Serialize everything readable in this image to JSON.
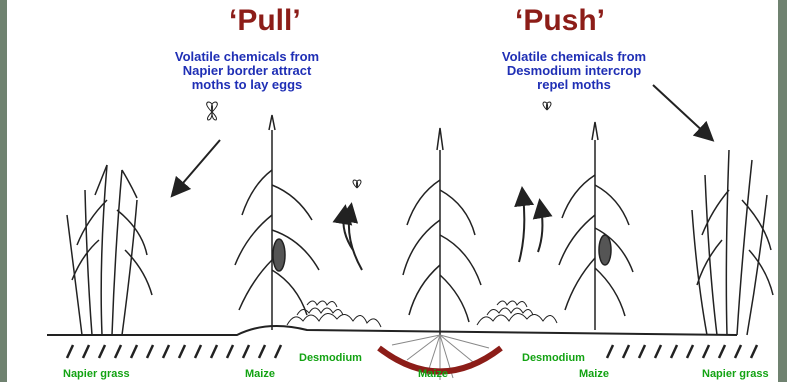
{
  "figure": {
    "pull": {
      "title": "‘Pull’",
      "caption": "Volatile chemicals from\nNapier border attract\nmoths to lay eggs"
    },
    "push": {
      "title": "‘Push’",
      "caption": "Volatile chemicals from\nDesmodium intercrop\nrepel moths"
    },
    "labels": {
      "napier_left": "Napier grass",
      "maize_left": "Maize",
      "desmodium_left": "Desmodium",
      "maize_center": "Maize",
      "desmodium_right": "Desmodium",
      "maize_right": "Maize",
      "napier_right": "Napier grass"
    },
    "colors": {
      "title": "#8c1d18",
      "caption": "#1f2fb5",
      "label": "#13a313",
      "border": "#6f8270"
    }
  }
}
